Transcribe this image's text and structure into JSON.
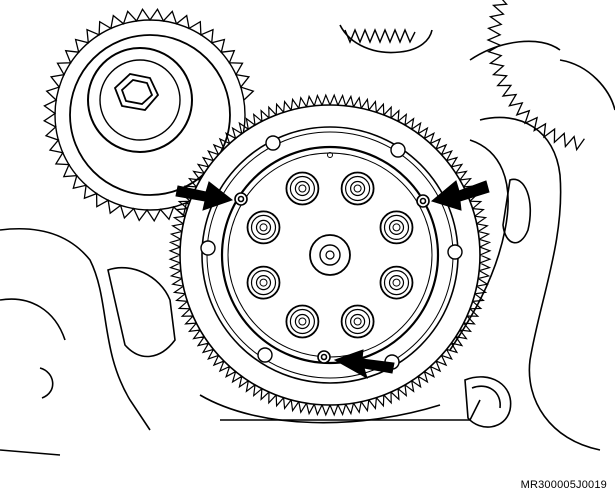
{
  "figure": {
    "reference_code": "MR300005J0019",
    "line_color": "#000000",
    "background_color": "#ffffff",
    "bolt_hole_count": 8,
    "ring_gear_teeth": 120,
    "arrow_count": 3
  }
}
